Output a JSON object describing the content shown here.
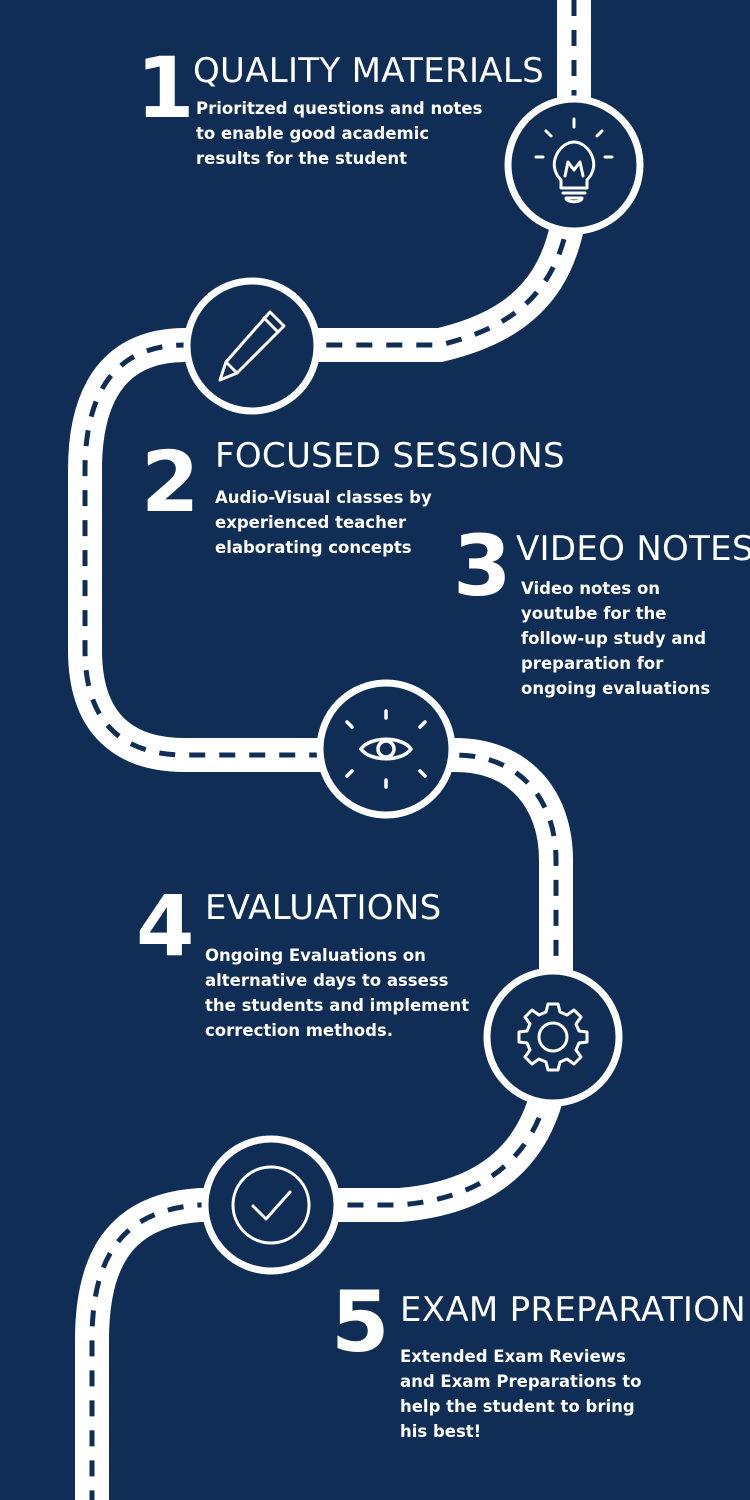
{
  "steps": [
    {
      "number": "1",
      "title": "QUALITY MATERIALS",
      "description": "Prioritzed questions and notes\nto enable good academic\nresults for the student",
      "icon": "lightbulb-icon"
    },
    {
      "number": "2",
      "title": "FOCUSED SESSIONS",
      "description": "Audio-Visual classes by\nexperienced teacher\nelaborating concepts",
      "icon": "pencil-icon"
    },
    {
      "number": "3",
      "title": "VIDEO NOTES",
      "description": "Video notes on\nyoutube for the\nfollow-up study and\npreparation for\nongoing evaluations",
      "icon": "eye-icon"
    },
    {
      "number": "4",
      "title": "EVALUATIONS",
      "description": "Ongoing Evaluations on\nalternative days to assess\nthe students and implement\ncorrection methods.",
      "icon": "gear-icon"
    },
    {
      "number": "5",
      "title": "EXAM PREPARATION",
      "description": "Extended Exam Reviews\nand Exam Preparations to\nhelp the student to bring\nhis best!",
      "icon": "check-circle-icon"
    }
  ],
  "colors": {
    "background": "#0f2d55",
    "road": "#ffffff",
    "dash": "#0f2d55"
  }
}
